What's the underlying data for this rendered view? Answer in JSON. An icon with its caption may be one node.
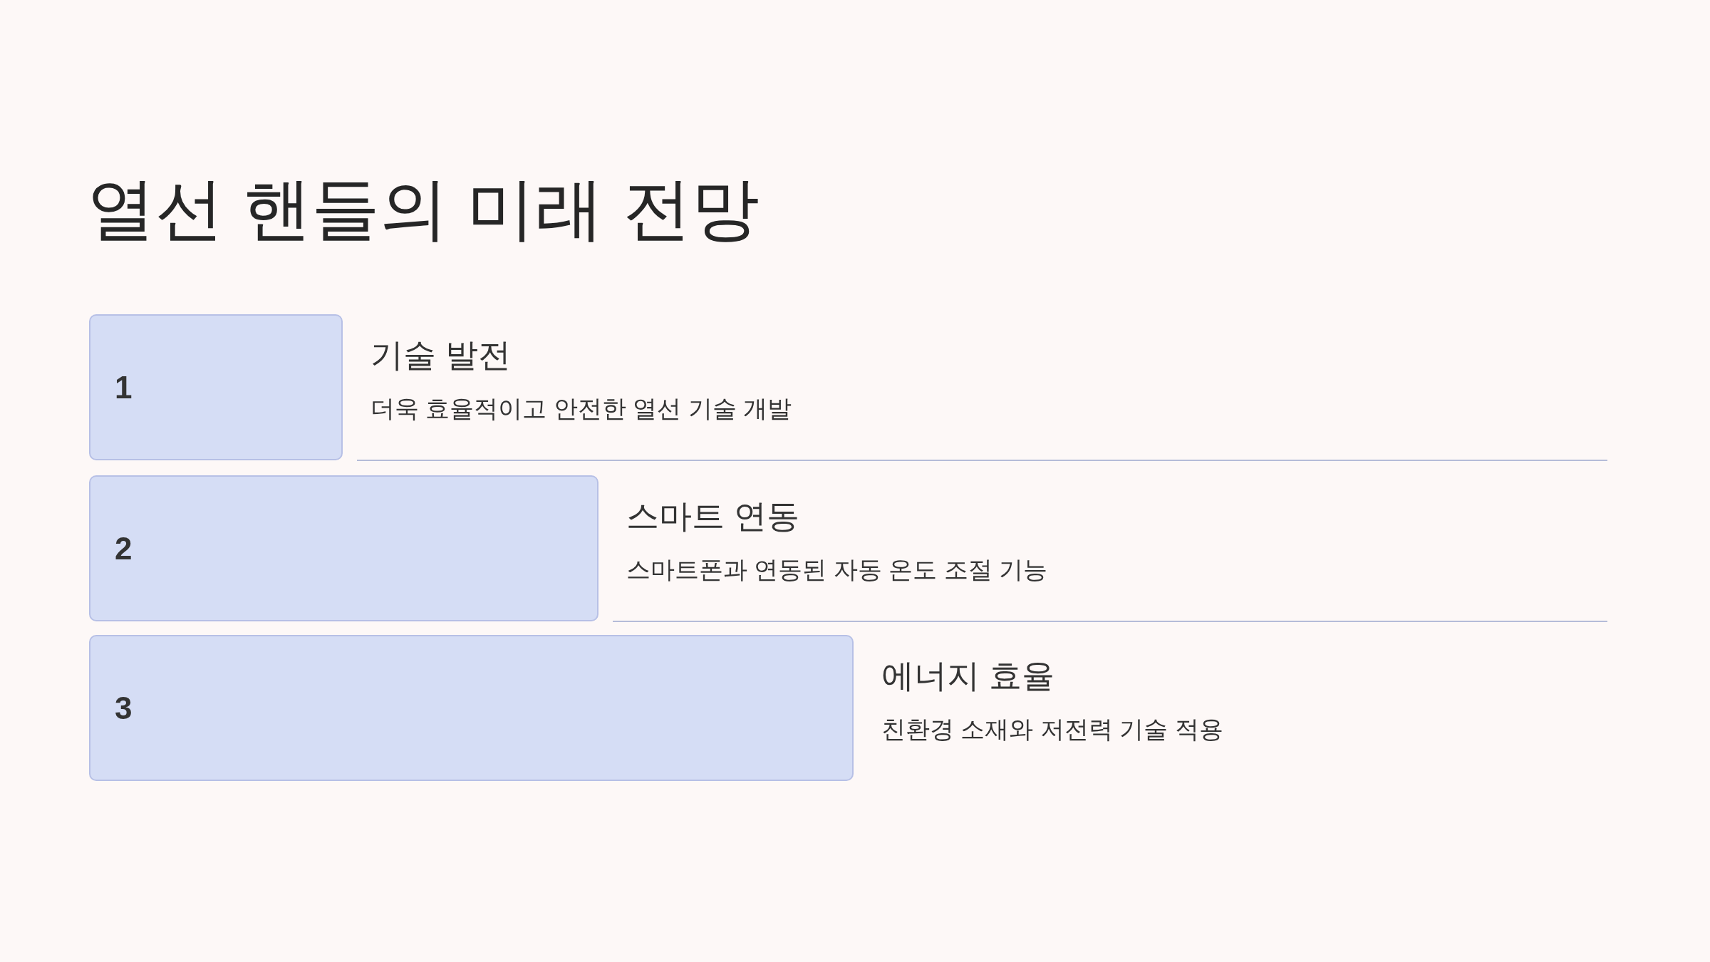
{
  "diagram": {
    "title": "열선 핸들의 미래 전망",
    "nodes": [
      {
        "text": [
          "1"
        ],
        "beside": [
          "기술 발전",
          "더욱 효율적이고 안전한 열선 기술 개발"
        ]
      },
      {
        "text": [
          "2"
        ],
        "beside": [
          "스마트 연동",
          "스마트폰과 연동된 자동 온도 조절 기능"
        ]
      },
      {
        "text": [
          "3"
        ],
        "beside": [
          "에너지 효율",
          "친환경 소재와 저전력 기술 적용"
        ]
      }
    ]
  }
}
